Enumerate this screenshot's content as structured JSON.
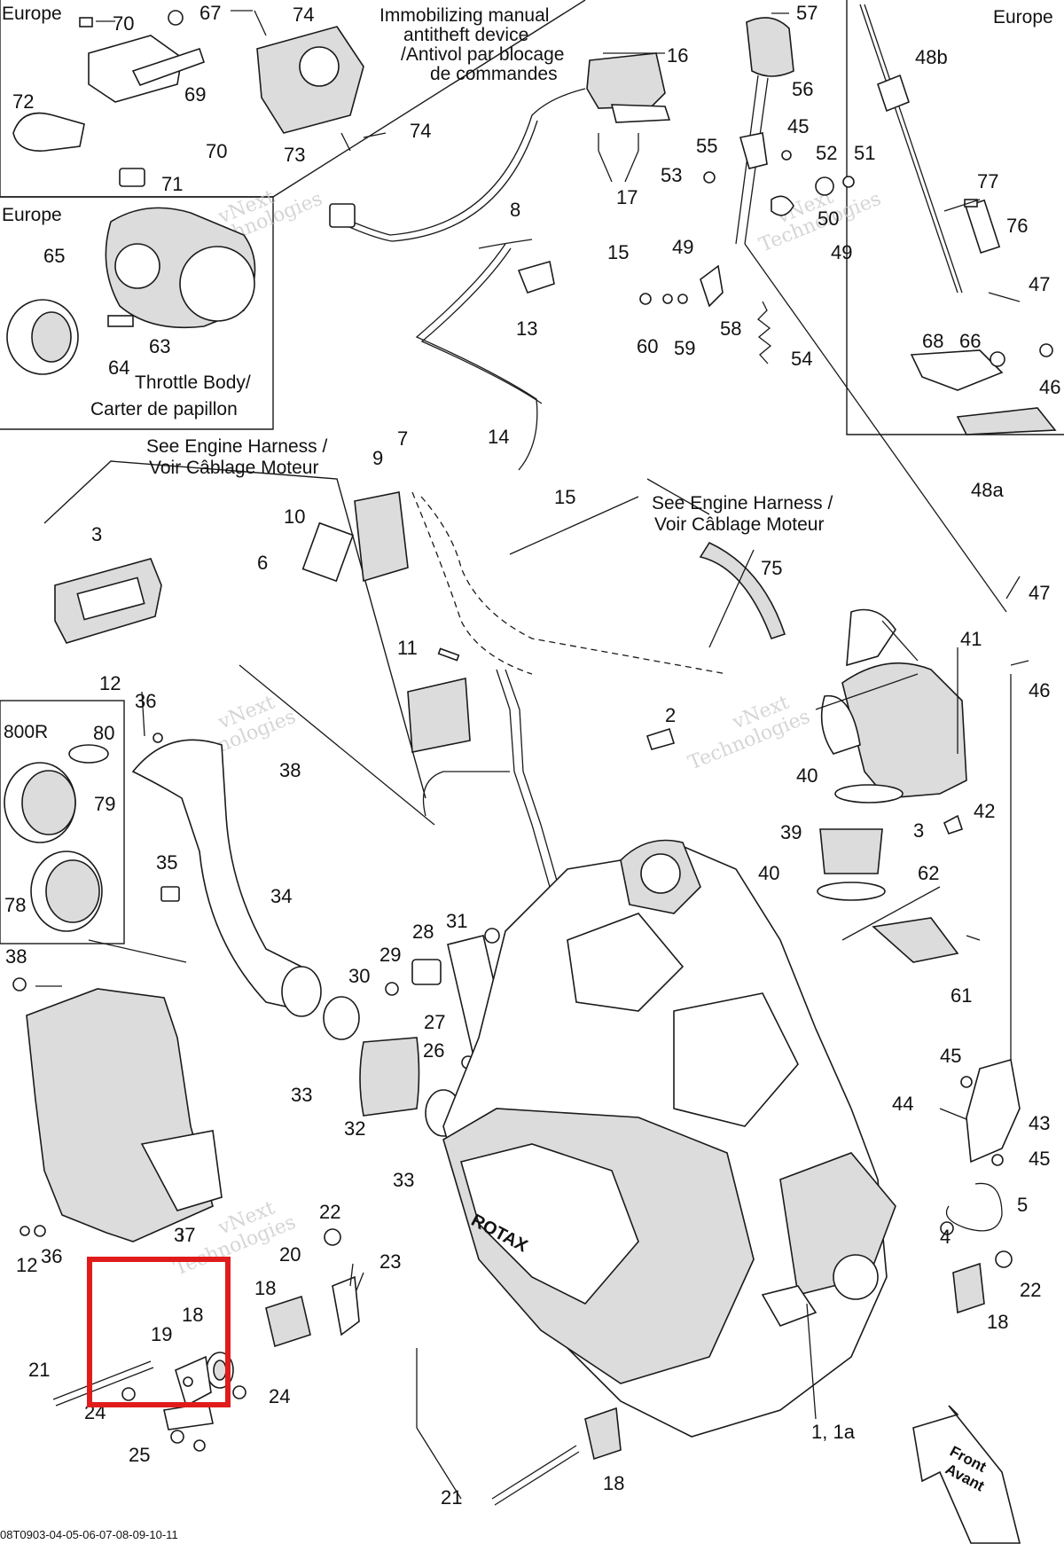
{
  "diagram_code": "08T0903-04-05-06-07-08-09-10-11",
  "highlight_color": "#e01b1b",
  "watermark": {
    "line1": "vNext",
    "line2": "Technologies"
  },
  "region_labels": {
    "europe_top_left": "Europe",
    "europe_throttle": "Europe",
    "europe_top_right": "Europe",
    "model_800r": "800R"
  },
  "notes": {
    "immobilizer": [
      "Immobilizing manual",
      "antitheft device",
      "/Antivol par blocage",
      "de commandes"
    ],
    "throttle_body": [
      "Throttle Body/",
      "Carter de papillon"
    ],
    "engine_harness_1": [
      "See Engine Harness /",
      "Voir Câblage Moteur"
    ],
    "engine_harness_2": [
      "See Engine Harness /",
      "Voir Câblage Moteur"
    ],
    "front": [
      "Front",
      "Avant"
    ]
  },
  "brand_text": "ROTAX",
  "part_labels": [
    {
      "id": "p70a",
      "text": "70"
    },
    {
      "id": "p67",
      "text": "67"
    },
    {
      "id": "p74a",
      "text": "74"
    },
    {
      "id": "p57",
      "text": "57"
    },
    {
      "id": "p48b",
      "text": "48b"
    },
    {
      "id": "p69",
      "text": "69"
    },
    {
      "id": "p72",
      "text": "72"
    },
    {
      "id": "p70b",
      "text": "70"
    },
    {
      "id": "p71",
      "text": "71"
    },
    {
      "id": "p73",
      "text": "73"
    },
    {
      "id": "p74b",
      "text": "74"
    },
    {
      "id": "p16",
      "text": "16"
    },
    {
      "id": "p56",
      "text": "56"
    },
    {
      "id": "p45a",
      "text": "45"
    },
    {
      "id": "p55",
      "text": "55"
    },
    {
      "id": "p52",
      "text": "52"
    },
    {
      "id": "p51",
      "text": "51"
    },
    {
      "id": "p53",
      "text": "53"
    },
    {
      "id": "p17",
      "text": "17"
    },
    {
      "id": "p77",
      "text": "77"
    },
    {
      "id": "p8",
      "text": "8"
    },
    {
      "id": "p50",
      "text": "50"
    },
    {
      "id": "p76",
      "text": "76"
    },
    {
      "id": "p15a",
      "text": "15"
    },
    {
      "id": "p49a",
      "text": "49"
    },
    {
      "id": "p49b",
      "text": "49"
    },
    {
      "id": "p65",
      "text": "65"
    },
    {
      "id": "p47a",
      "text": "47"
    },
    {
      "id": "p63",
      "text": "63"
    },
    {
      "id": "p13",
      "text": "13"
    },
    {
      "id": "p60",
      "text": "60"
    },
    {
      "id": "p59",
      "text": "59"
    },
    {
      "id": "p58",
      "text": "58"
    },
    {
      "id": "p68",
      "text": "68"
    },
    {
      "id": "p66",
      "text": "66"
    },
    {
      "id": "p64",
      "text": "64"
    },
    {
      "id": "p54",
      "text": "54"
    },
    {
      "id": "p46a",
      "text": "46"
    },
    {
      "id": "p14",
      "text": "14"
    },
    {
      "id": "p7",
      "text": "7"
    },
    {
      "id": "p9",
      "text": "9"
    },
    {
      "id": "p15b",
      "text": "15"
    },
    {
      "id": "p48a",
      "text": "48a"
    },
    {
      "id": "p3a",
      "text": "3"
    },
    {
      "id": "p10",
      "text": "10"
    },
    {
      "id": "p6",
      "text": "6"
    },
    {
      "id": "p75",
      "text": "75"
    },
    {
      "id": "p47b",
      "text": "47"
    },
    {
      "id": "p11",
      "text": "11"
    },
    {
      "id": "p41",
      "text": "41"
    },
    {
      "id": "p46b",
      "text": "46"
    },
    {
      "id": "p12a",
      "text": "12"
    },
    {
      "id": "p36a",
      "text": "36"
    },
    {
      "id": "p80",
      "text": "80"
    },
    {
      "id": "p2",
      "text": "2"
    },
    {
      "id": "p38a",
      "text": "38"
    },
    {
      "id": "p40a",
      "text": "40"
    },
    {
      "id": "p79",
      "text": "79"
    },
    {
      "id": "p3b",
      "text": "3"
    },
    {
      "id": "p42",
      "text": "42"
    },
    {
      "id": "p39",
      "text": "39"
    },
    {
      "id": "p35",
      "text": "35"
    },
    {
      "id": "p40b",
      "text": "40"
    },
    {
      "id": "p62",
      "text": "62"
    },
    {
      "id": "p78",
      "text": "78"
    },
    {
      "id": "p34",
      "text": "34"
    },
    {
      "id": "p31",
      "text": "31"
    },
    {
      "id": "p28",
      "text": "28"
    },
    {
      "id": "p38b",
      "text": "38"
    },
    {
      "id": "p29",
      "text": "29"
    },
    {
      "id": "p30",
      "text": "30"
    },
    {
      "id": "p61",
      "text": "61"
    },
    {
      "id": "p27",
      "text": "27"
    },
    {
      "id": "p26",
      "text": "26"
    },
    {
      "id": "p45b",
      "text": "45"
    },
    {
      "id": "p33a",
      "text": "33"
    },
    {
      "id": "p44",
      "text": "44"
    },
    {
      "id": "p43",
      "text": "43"
    },
    {
      "id": "p32",
      "text": "32"
    },
    {
      "id": "p45c",
      "text": "45"
    },
    {
      "id": "p33b",
      "text": "33"
    },
    {
      "id": "p5",
      "text": "5"
    },
    {
      "id": "p22a",
      "text": "22"
    },
    {
      "id": "p37",
      "text": "37"
    },
    {
      "id": "p4",
      "text": "4"
    },
    {
      "id": "p20",
      "text": "20"
    },
    {
      "id": "p23",
      "text": "23"
    },
    {
      "id": "p12b",
      "text": "12"
    },
    {
      "id": "p36b",
      "text": "36"
    },
    {
      "id": "p22b",
      "text": "22"
    },
    {
      "id": "p18a",
      "text": "18"
    },
    {
      "id": "p18b",
      "text": "18"
    },
    {
      "id": "p19",
      "text": "19"
    },
    {
      "id": "p18c",
      "text": "18"
    },
    {
      "id": "p21a",
      "text": "21"
    },
    {
      "id": "p24a",
      "text": "24"
    },
    {
      "id": "p24b",
      "text": "24"
    },
    {
      "id": "p1",
      "text": "1, 1a"
    },
    {
      "id": "p25",
      "text": "25"
    },
    {
      "id": "p18d",
      "text": "18"
    },
    {
      "id": "p21b",
      "text": "21"
    }
  ]
}
